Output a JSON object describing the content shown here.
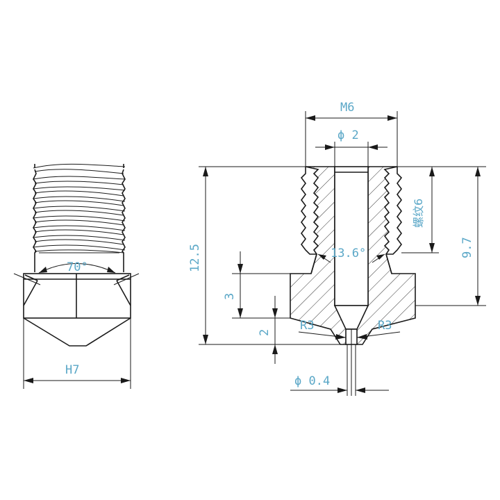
{
  "labels": {
    "angle": "70°",
    "hex": "H7",
    "thread_m6": "M6",
    "bore_d2": "ϕ 2",
    "total_len": "12.5",
    "thread_len": "9.7",
    "thread_note": "螺纹6",
    "inner_d": "13.6°",
    "hex_height": "3",
    "cone_height": "2",
    "radius_left": "R3",
    "radius_right": "R3",
    "orifice": "ϕ 0.4"
  },
  "colors": {
    "line": "#1a1a1a",
    "dimension_text": "#5aa7c7"
  }
}
